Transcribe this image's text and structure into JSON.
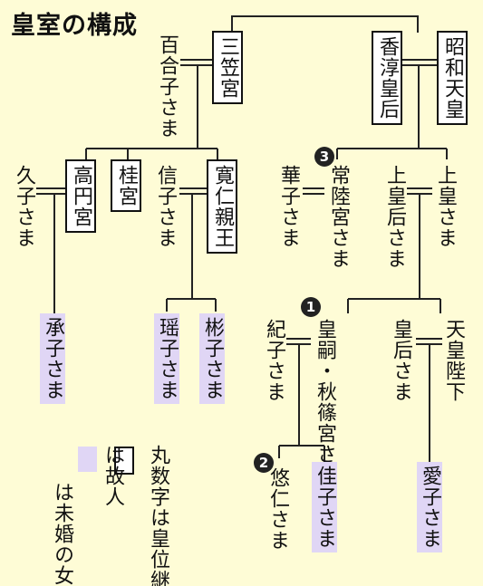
{
  "title": "皇室の構成",
  "people": {
    "yuriko": "百合子さま",
    "mikasa": "三笠宮",
    "kojun": "香淳皇后",
    "showa": "昭和天皇",
    "hisako": "久子さま",
    "takamado": "高円宮",
    "katsura": "桂宮",
    "nobuko": "信子さま",
    "tomohito": "寛仁親王",
    "hanako": "華子さま",
    "hitachi": "常陸宮さま",
    "jokogo": "上皇后さま",
    "joko": "上皇さま",
    "tsuguko": "承子さま",
    "yoko": "瑶子さま",
    "akiko": "彬子さま",
    "kiko": "紀子さま",
    "akishino": "皇嗣・秋篠宮さま",
    "kogo": "皇后さま",
    "tenno": "天皇陛下",
    "hisahito": "悠仁さま",
    "kako": "佳子さま",
    "aiko": "愛子さま"
  },
  "badges": {
    "hitachi": "3",
    "akishino": "1",
    "hisahito": "2"
  },
  "legend": {
    "ordinal_note": "丸数字は皇位継承順位",
    "deceased_note": "は故人",
    "unmarried_note": "は未婚の女性皇族"
  },
  "colors": {
    "background": "#fefcd6",
    "unmarried_female": "#e0d6f5",
    "line": "#222222"
  }
}
